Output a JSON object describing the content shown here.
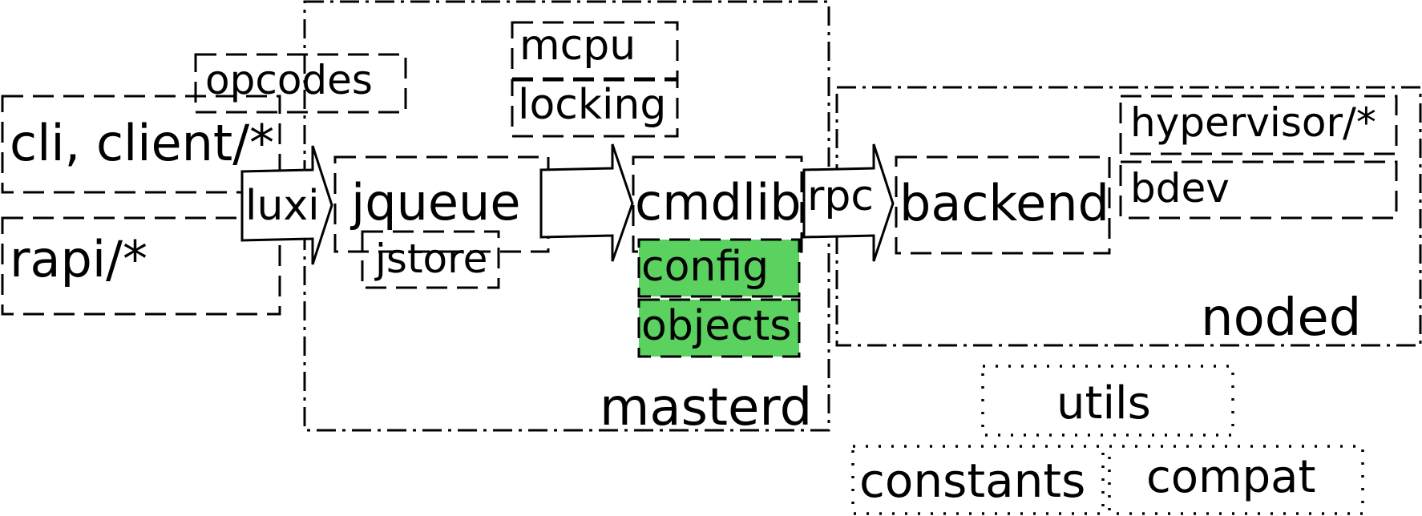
{
  "colors": {
    "highlight": "#5bd260",
    "stroke": "#000000"
  },
  "modules": {
    "opcodes": "opcodes",
    "cli_client": "cli, client/*",
    "rapi": "rapi/*",
    "mcpu": "mcpu",
    "locking": "locking",
    "jqueue": "jqueue",
    "jstore": "jstore",
    "cmdlib": "cmdlib",
    "config": "config",
    "objects": "objects",
    "masterd": "masterd",
    "hypervisor": "hypervisor/*",
    "bdev": "bdev",
    "backend": "backend",
    "noded": "noded",
    "utils": "utils",
    "constants": "constants",
    "compat": "compat"
  },
  "arrows": {
    "luxi": "luxi",
    "rpc": "rpc"
  }
}
